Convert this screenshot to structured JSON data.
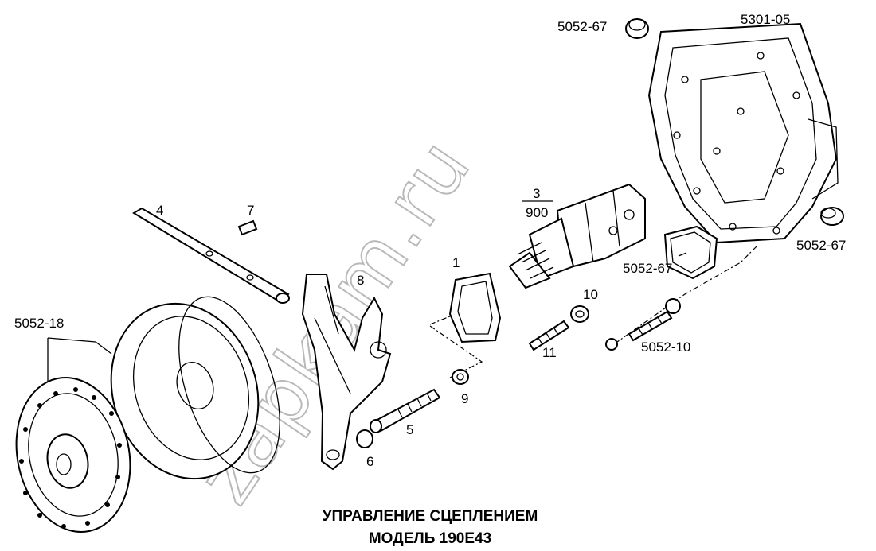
{
  "diagram": {
    "title_line1": "УПРАВЛЕНИЕ СЦЕПЛЕНИЕМ",
    "title_line2": "МОДЕЛЬ 190E43",
    "watermark": "zapkam.ru",
    "labels": {
      "lbl_5052_67_top": "5052-67",
      "lbl_5301_05": "5301-05",
      "lbl_3": "3",
      "lbl_900": "900",
      "lbl_4": "4",
      "lbl_7": "7",
      "lbl_8": "8",
      "lbl_1": "1",
      "lbl_5052_67_mid": "5052-67",
      "lbl_5052_67_right": "5052-67",
      "lbl_10": "10",
      "lbl_11": "11",
      "lbl_5052_10": "5052-10",
      "lbl_5052_18": "5052-18",
      "lbl_9": "9",
      "lbl_5": "5",
      "lbl_6": "6"
    }
  }
}
